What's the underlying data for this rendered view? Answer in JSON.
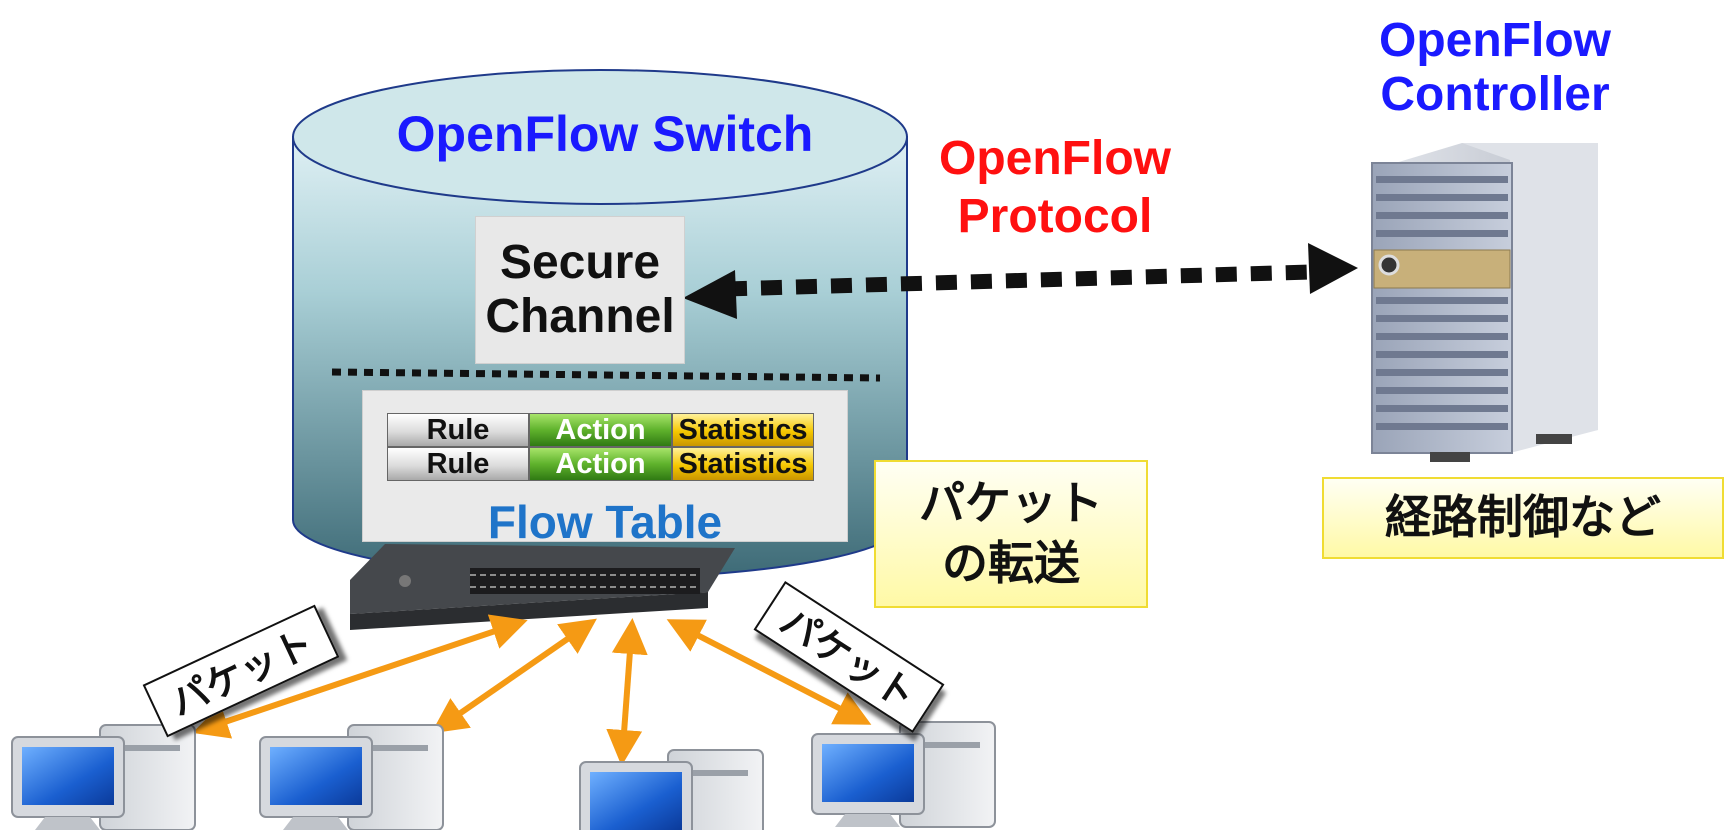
{
  "switch": {
    "title": "OpenFlow Switch",
    "secure_channel": {
      "line1": "Secure",
      "line2": "Channel"
    },
    "flow_table": {
      "title": "Flow Table",
      "rows": [
        {
          "rule": "Rule",
          "action": "Action",
          "statistics": "Statistics"
        },
        {
          "rule": "Rule",
          "action": "Action",
          "statistics": "Statistics"
        }
      ]
    }
  },
  "protocol": {
    "line1": "OpenFlow",
    "line2": "Protocol"
  },
  "controller": {
    "line1": "OpenFlow",
    "line2": "Controller",
    "caption": "経路制御など"
  },
  "forwarding": {
    "line1": "パケット",
    "line2": "の転送"
  },
  "packet_tags": [
    "パケット",
    "パケット"
  ],
  "colors": {
    "switch_title": "#1a1aff",
    "protocol": "#ff1010",
    "controller": "#1a1aff",
    "flow_table_title": "#1f74c9",
    "packet_arrows": "#f59a14"
  }
}
